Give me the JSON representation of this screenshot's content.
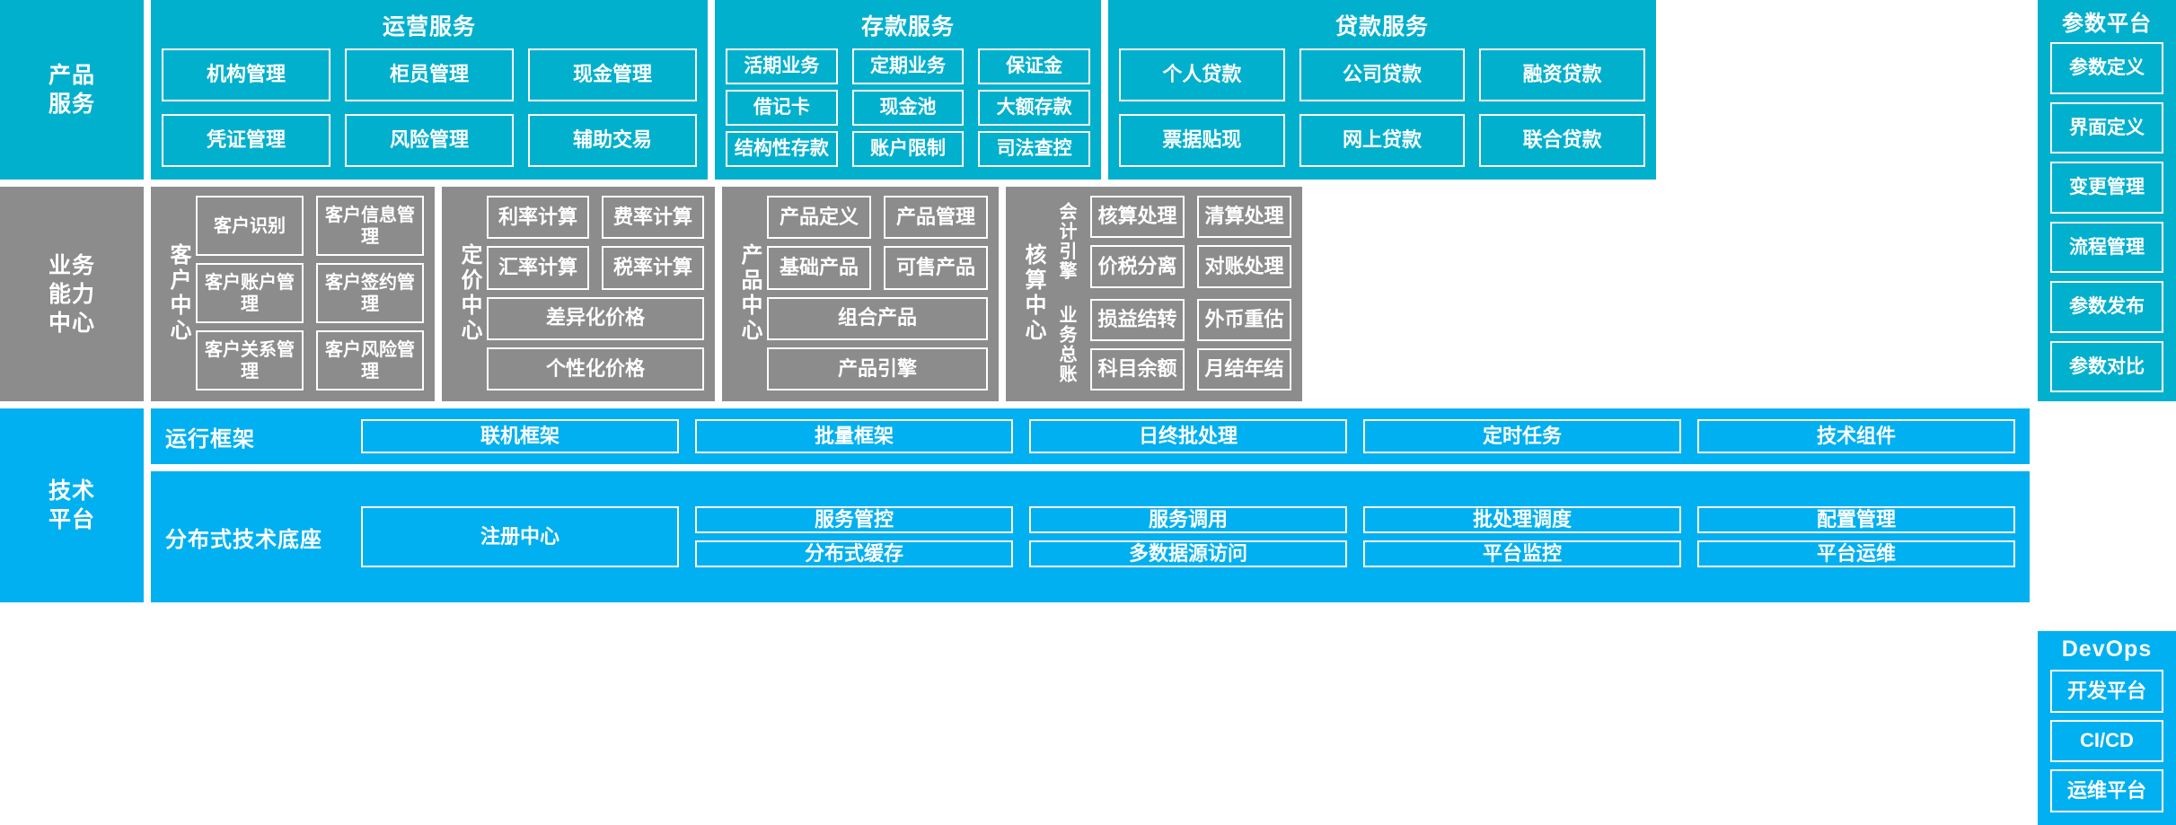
{
  "layers": [
    {
      "id": "product-service",
      "label": "产品\n服务",
      "color": "#00b0cd"
    },
    {
      "id": "business-capability",
      "label": "业务\n能力\n中心",
      "color": "#8c8c8c"
    },
    {
      "id": "tech-platform",
      "label": "技术\n平台",
      "color": "#00b0f0"
    }
  ],
  "product_service": {
    "label": "产品\n服务",
    "groups": [
      {
        "title": "运营服务",
        "items": [
          "机构管理",
          "柜员管理",
          "现金管理",
          "凭证管理",
          "风险管理",
          "辅助交易"
        ]
      },
      {
        "title": "存款服务",
        "items": [
          "活期业务",
          "定期业务",
          "保证金",
          "借记卡",
          "现金池",
          "大额存款",
          "结构性存款",
          "账户限制",
          "司法查控"
        ]
      },
      {
        "title": "贷款服务",
        "items": [
          "个人贷款",
          "公司贷款",
          "融资贷款",
          "票据贴现",
          "网上贷款",
          "联合贷款"
        ]
      }
    ]
  },
  "parameter_platform": {
    "title": "参数平台",
    "items": [
      "参数定义",
      "界面定义",
      "变更管理",
      "流程管理",
      "参数发布",
      "参数对比"
    ]
  },
  "business_capability": {
    "label": "业务\n能力\n中心",
    "centers": [
      {
        "name": "客户中心",
        "items": [
          "客户识别",
          "客户信息管理",
          "客户账户管理",
          "客户签约管理",
          "客户关系管理",
          "客户风险管理"
        ]
      },
      {
        "name": "定价中心",
        "items": [
          "利率计算",
          "费率计算",
          "汇率计算",
          "税率计算"
        ],
        "wide_items": [
          "差异化价格",
          "个性化价格"
        ]
      },
      {
        "name": "产品中心",
        "items": [
          "产品定义",
          "产品管理",
          "基础产品",
          "可售产品"
        ],
        "wide_items": [
          "组合产品",
          "产品引擎"
        ]
      },
      {
        "name": "核算中心",
        "blocks": [
          {
            "name": "会计引擎",
            "items": [
              "核算处理",
              "清算处理",
              "价税分离",
              "对账处理"
            ]
          },
          {
            "name": "业务总账",
            "items": [
              "损益结转",
              "外币重估",
              "科目余额",
              "月结年结"
            ]
          }
        ]
      }
    ]
  },
  "tech_platform": {
    "label": "技术\n平台",
    "bands": [
      {
        "title": "运行框架",
        "items": [
          "联机框架",
          "批量框架",
          "日终批处理",
          "定时任务",
          "技术组件"
        ]
      },
      {
        "title": "分布式技术底座",
        "anchor": "注册中心",
        "items": [
          "服务管控",
          "服务调用",
          "批处理调度",
          "配置管理",
          "分布式缓存",
          "多数据源访问",
          "平台监控",
          "平台运维"
        ]
      }
    ]
  },
  "devops": {
    "title": "DevOps",
    "items": [
      "开发平台",
      "CI/CD",
      "运维平台"
    ]
  }
}
